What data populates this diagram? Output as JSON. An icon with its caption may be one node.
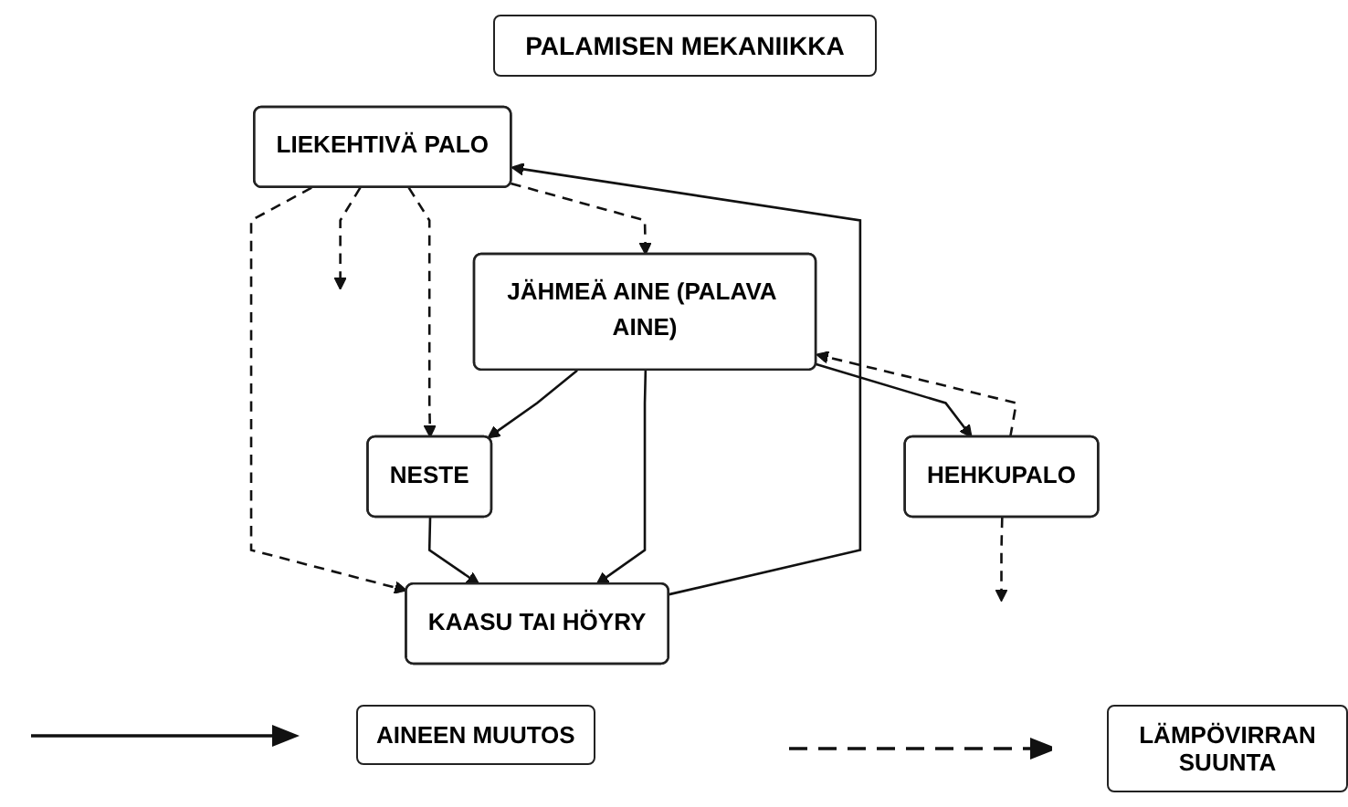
{
  "diagram": {
    "title": "PALAMISEN MEKANIIKKA",
    "nodes": [
      {
        "text": [
          "LIEKEHTIVÄ PALO"
        ]
      },
      {
        "text": [
          "HEHKUPALO"
        ]
      },
      {
        "text": [
          "KAASU TAI HÖYRY"
        ]
      },
      {
        "text": [
          "NESTE"
        ]
      },
      {
        "text": [
          "JÄHMEÄ AINE (PALAVA AINE)"
        ]
      }
    ],
    "edges": [
      {
        "from": 0,
        "to": null,
        "arrow": "to",
        "style": "dashed"
      },
      {
        "from": 1,
        "to": null,
        "arrow": "to",
        "style": "dashed"
      },
      {
        "from": 2,
        "to": 0,
        "arrow": "to"
      },
      {
        "from": 0,
        "to": 2,
        "arrow": "to",
        "style": "dashed"
      },
      {
        "from": 0,
        "to": 3,
        "arrow": "to",
        "style": "dashed"
      },
      {
        "from": 3,
        "to": 2,
        "arrow": "to"
      },
      {
        "from": 0,
        "to": 4,
        "arrow": "to",
        "style": "dashed"
      },
      {
        "from": 1,
        "to": 4,
        "arrow": "to",
        "style": "dashed"
      },
      {
        "from": 4,
        "to": 2,
        "arrow": "to"
      },
      {
        "from": 4,
        "to": 3,
        "arrow": "to"
      },
      {
        "from": 4,
        "to": 1,
        "arrow": "to"
      }
    ],
    "legend": [
      {
        "text": "AINEEN MUUTOS"
      },
      {
        "text": "LÄMPÖVIRRAN SUUNTA"
      }
    ]
  }
}
